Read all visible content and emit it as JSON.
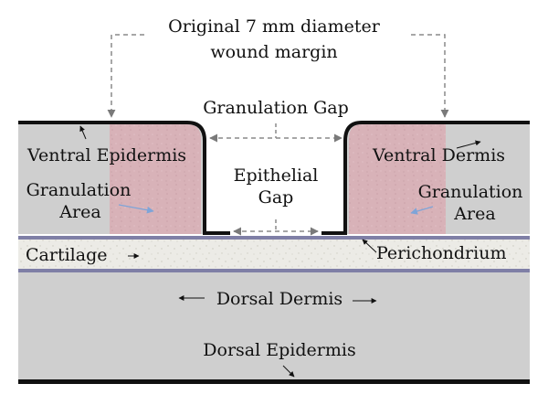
{
  "labels": {
    "wound_margin_line1": "Original 7 mm diameter",
    "wound_margin_line2": "wound margin",
    "granulation_gap": "Granulation Gap",
    "epithelial_gap_line1": "Epithelial",
    "epithelial_gap_line2": "Gap",
    "ventral_epidermis": "Ventral Epidermis",
    "ventral_dermis": "Ventral Dermis",
    "granulation_area_left_line1": "Granulation",
    "granulation_area_left_line2": "Area",
    "granulation_area_right_line1": "Granulation",
    "granulation_area_right_line2": "Area",
    "cartilage": "Cartilage",
    "perichondrium": "Perichondrium",
    "dorsal_dermis": "Dorsal Dermis",
    "dorsal_epidermis": "Dorsal Epidermis"
  },
  "colors": {
    "dermis": "#cfcfcf",
    "granulation": "#d8b2b8",
    "cartilage": "#ecebe6",
    "perichondrium": "#7f7fa6",
    "epidermis": "#111111",
    "label_arrow_blue": "#7ea4d8",
    "dashed_arrow": "#8a8a8a"
  }
}
